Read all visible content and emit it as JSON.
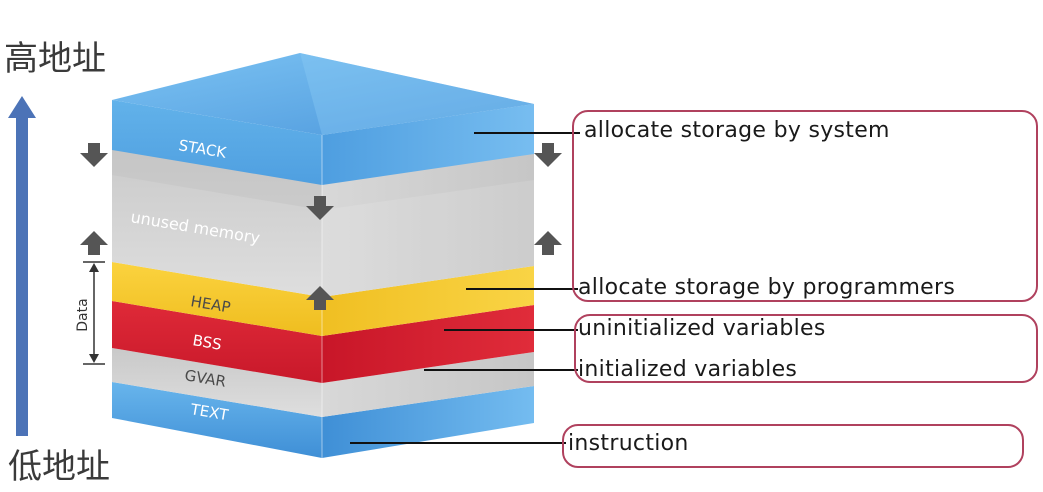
{
  "address": {
    "high": "高地址",
    "low": "低地址"
  },
  "cube": {
    "layers": {
      "stack": "STACK",
      "unused": "unused memory",
      "heap": "HEAP",
      "bss": "BSS",
      "gvar": "GVAR",
      "text": "TEXT"
    },
    "data_bracket_label": "Data"
  },
  "annotations": {
    "stack_note": "allocate storage by system",
    "heap_note": "allocate storage by programmers",
    "bss_note": "uninitialized variables",
    "gvar_note": "initialized variables",
    "text_note": "instruction"
  },
  "colors": {
    "stack": "#5aa9e6",
    "unused": "#d4d4d4",
    "heap": "#f6c92c",
    "bss": "#d7202f",
    "gvar": "#d3d3d3",
    "text": "#59a8e4",
    "box_border": "#b0415e",
    "addr_arrow": "#4c73b7"
  }
}
